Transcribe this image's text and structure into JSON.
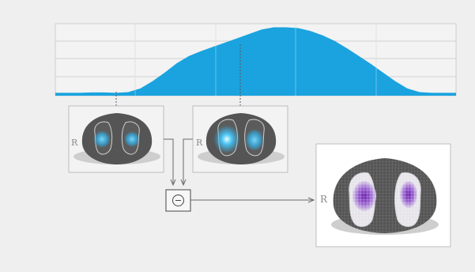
{
  "colors": {
    "background": "#efefef",
    "waveform_fill": "#1aa3df",
    "grid_line": "#d2d2d2",
    "panel_border": "#bdbdbd",
    "thorax": "#555555",
    "lung_outline": "#c9c9c9",
    "ventilation_blue": "#2fb4f0",
    "difference_purple": "#7a2fb8",
    "connector": "#6a6a6a"
  },
  "waveform": {
    "description_key": "impedance-curve",
    "levels": [
      0.04,
      0.04,
      0.04,
      0.045,
      0.045,
      0.04,
      0.05,
      0.1,
      0.2,
      0.32,
      0.45,
      0.55,
      0.62,
      0.68,
      0.74,
      0.8,
      0.86,
      0.92,
      0.95,
      0.95,
      0.94,
      0.9,
      0.84,
      0.76,
      0.66,
      0.55,
      0.44,
      0.32,
      0.2,
      0.1,
      0.05,
      0.04,
      0.04,
      0.04
    ]
  },
  "frames": {
    "expiration": {
      "side_label": "R",
      "icon": "thorax-eit-image"
    },
    "inspiration": {
      "side_label": "R",
      "icon": "thorax-eit-image"
    },
    "difference": {
      "side_label": "R",
      "icon": "thorax-difference-image"
    }
  },
  "operator": {
    "symbol": "⊖",
    "icon": "minus-circle-icon"
  }
}
